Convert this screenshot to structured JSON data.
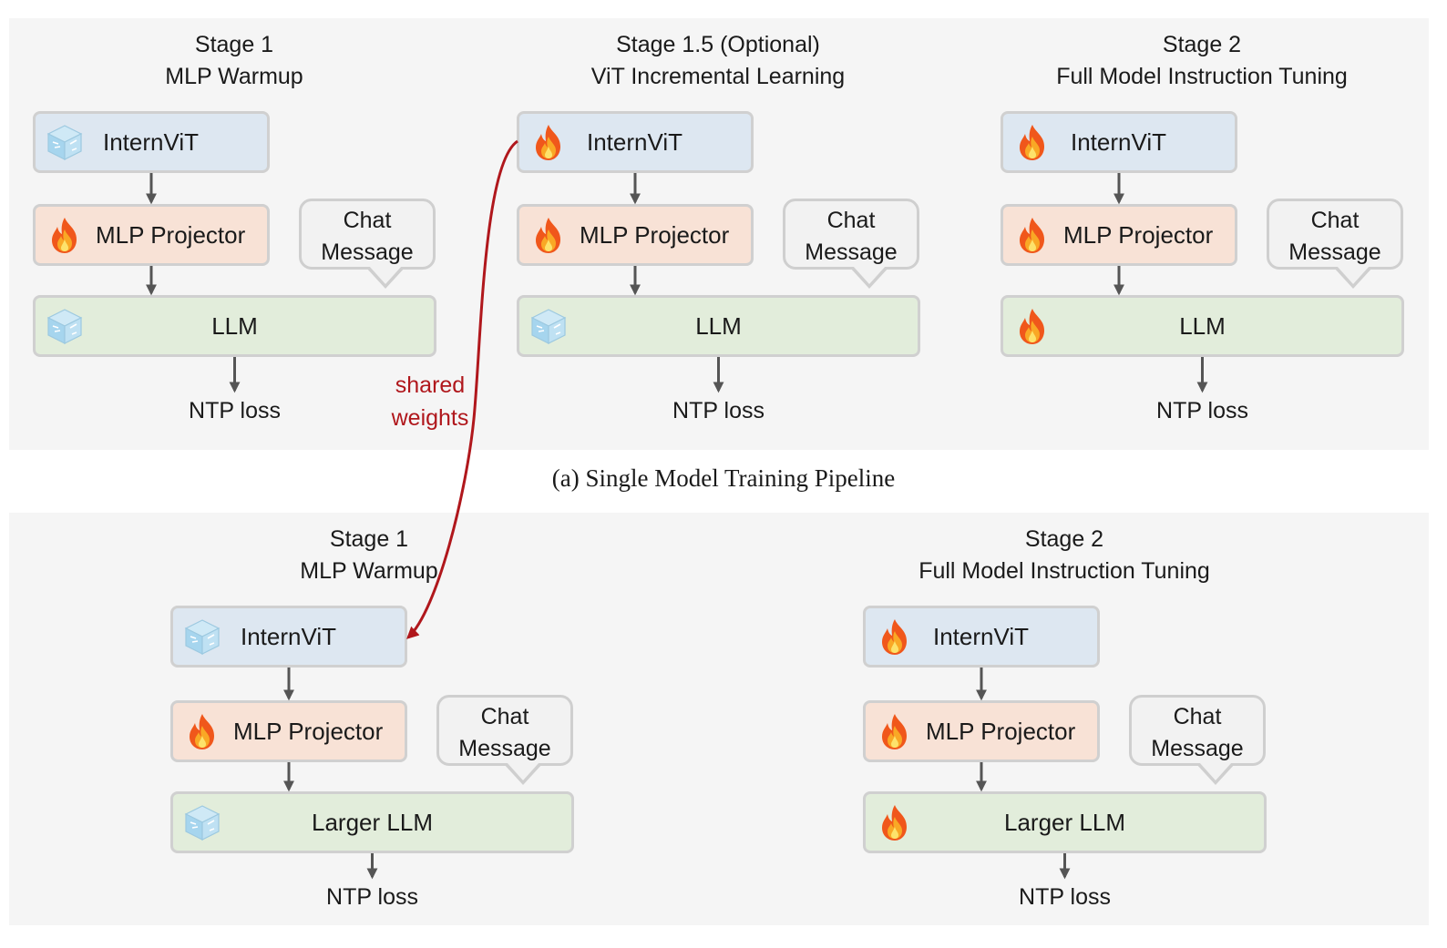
{
  "stages": [
    {
      "id": "s1-top",
      "title_line1": "Stage 1",
      "title_line2": "MLP Warmup",
      "vit": {
        "label": "InternViT",
        "icon": "ice-cube-icon"
      },
      "mlp": {
        "label": "MLP Projector",
        "icon": "fire-icon"
      },
      "llm": {
        "label": "LLM",
        "icon": "ice-cube-icon"
      },
      "chat_line1": "Chat",
      "chat_line2": "Message",
      "loss": "NTP loss"
    },
    {
      "id": "s15-top",
      "title_line1": "Stage 1.5 (Optional)",
      "title_line2": "ViT Incremental Learning",
      "vit": {
        "label": "InternViT",
        "icon": "fire-icon"
      },
      "mlp": {
        "label": "MLP Projector",
        "icon": "fire-icon"
      },
      "llm": {
        "label": "LLM",
        "icon": "ice-cube-icon"
      },
      "chat_line1": "Chat",
      "chat_line2": "Message",
      "loss": "NTP loss"
    },
    {
      "id": "s2-top",
      "title_line1": "Stage 2",
      "title_line2": "Full Model Instruction Tuning",
      "vit": {
        "label": "InternViT",
        "icon": "fire-icon"
      },
      "mlp": {
        "label": "MLP Projector",
        "icon": "fire-icon"
      },
      "llm": {
        "label": "LLM",
        "icon": "fire-icon"
      },
      "chat_line1": "Chat",
      "chat_line2": "Message",
      "loss": "NTP loss"
    },
    {
      "id": "s1-bottom",
      "title_line1": "Stage 1",
      "title_line2": "MLP Warmup",
      "vit": {
        "label": "InternViT",
        "icon": "ice-cube-icon"
      },
      "mlp": {
        "label": "MLP Projector",
        "icon": "fire-icon"
      },
      "llm": {
        "label": "Larger LLM",
        "icon": "ice-cube-icon"
      },
      "chat_line1": "Chat",
      "chat_line2": "Message",
      "loss": "NTP loss"
    },
    {
      "id": "s2-bottom",
      "title_line1": "Stage 2",
      "title_line2": "Full Model Instruction Tuning",
      "vit": {
        "label": "InternViT",
        "icon": "fire-icon"
      },
      "mlp": {
        "label": "MLP Projector",
        "icon": "fire-icon"
      },
      "llm": {
        "label": "Larger LLM",
        "icon": "fire-icon"
      },
      "chat_line1": "Chat",
      "chat_line2": "Message",
      "loss": "NTP loss"
    }
  ],
  "caption": "(a) Single Model Training Pipeline",
  "shared_weights_line1": "shared",
  "shared_weights_line2": "weights",
  "colors": {
    "vit_box": "#dde7f1",
    "mlp_box": "#f8e2d6",
    "llm_box": "#e2eddb",
    "shared_arrow": "#b0171c",
    "arrow": "#555555"
  }
}
